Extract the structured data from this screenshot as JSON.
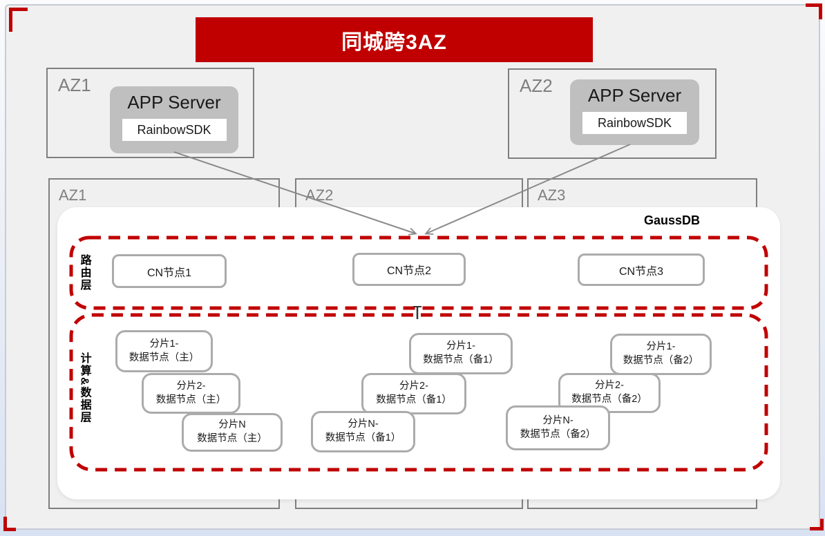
{
  "title": {
    "text": "同城跨3AZ"
  },
  "colors": {
    "accent_red": "#C00000",
    "panel_bg": "#F0F0F1",
    "zone_border_gray": "#7F7F7F",
    "node_border_gray": "#ABABAB",
    "app_server_fill": "#BFBFBF",
    "arrow_gray": "#8A8A8A"
  },
  "app_zones": [
    {
      "label": "AZ1",
      "server": "APP Server",
      "sdk": "RainbowSDK"
    },
    {
      "label": "AZ2",
      "server": "APP Server",
      "sdk": "RainbowSDK"
    }
  ],
  "db_zones": [
    {
      "label": "AZ1"
    },
    {
      "label": "AZ2"
    },
    {
      "label": "AZ3"
    }
  ],
  "gaussdb": {
    "label": "GaussDB",
    "routing_layer": {
      "label": "路由层",
      "nodes": [
        {
          "name": "CN节点1"
        },
        {
          "name": "CN节点2"
        },
        {
          "name": "CN节点3"
        }
      ]
    },
    "data_layer": {
      "label": "计算&数据层",
      "groups": [
        {
          "zone": "AZ1",
          "shards": [
            {
              "line1": "分片1-",
              "line2": "数据节点（主）"
            },
            {
              "line1": "分片2-",
              "line2": "数据节点（主）"
            },
            {
              "line1": "分片N",
              "line2": "数据节点（主）"
            }
          ]
        },
        {
          "zone": "AZ2",
          "shards": [
            {
              "line1": "分片1-",
              "line2": "数据节点（备1）"
            },
            {
              "line1": "分片2-",
              "line2": "数据节点（备1）"
            },
            {
              "line1": "分片N-",
              "line2": "数据节点（备1）"
            }
          ]
        },
        {
          "zone": "AZ3",
          "shards": [
            {
              "line1": "分片1-",
              "line2": "数据节点（备2）"
            },
            {
              "line1": "分片2-",
              "line2": "数据节点（备2）"
            },
            {
              "line1": "分片N-",
              "line2": "数据节点（备2）"
            }
          ]
        }
      ]
    }
  }
}
